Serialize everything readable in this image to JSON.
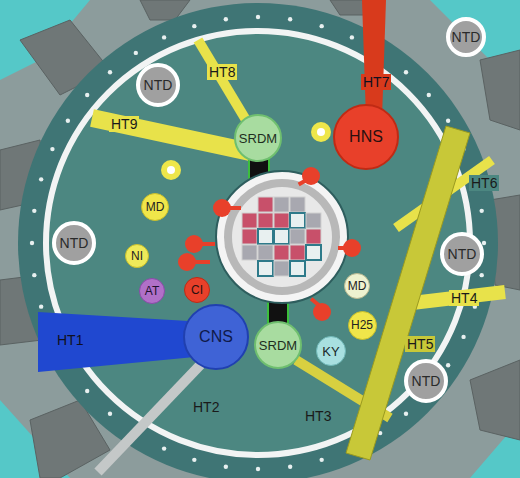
{
  "diagram": {
    "nodes": [
      {
        "text": [
          "NTD"
        ]
      },
      {
        "text": [
          "NTD"
        ]
      },
      {
        "text": [
          "HNS"
        ]
      },
      {
        "text": [
          "SRDM"
        ]
      },
      {
        "text": [
          "MD"
        ]
      },
      {
        "text": [
          "NTD"
        ]
      },
      {
        "text": [
          "NTD"
        ]
      },
      {
        "text": [
          "NI"
        ]
      },
      {
        "text": [
          "MD"
        ]
      },
      {
        "text": [
          "CI"
        ]
      },
      {
        "text": [
          "AT"
        ]
      },
      {
        "text": [
          "H25"
        ]
      },
      {
        "text": [
          "CNS"
        ]
      },
      {
        "text": [
          "SRDM"
        ]
      },
      {
        "text": [
          "KY"
        ]
      },
      {
        "text": [
          "NTD"
        ]
      }
    ],
    "labels": [
      "HT8",
      "HT7",
      "HT9",
      "HT6",
      "HT4",
      "HT1",
      "HT5",
      "HT3",
      "HT2"
    ]
  }
}
